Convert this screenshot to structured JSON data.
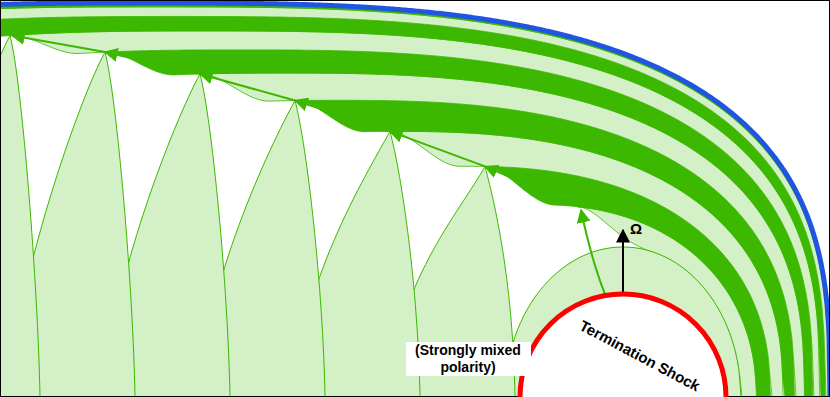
{
  "diagram": {
    "nodes": [
      {
        "text": [
          "Termination Shock"
        ]
      }
    ],
    "labels": [
      "Ω",
      "(Strongly mixed polarity)"
    ]
  }
}
